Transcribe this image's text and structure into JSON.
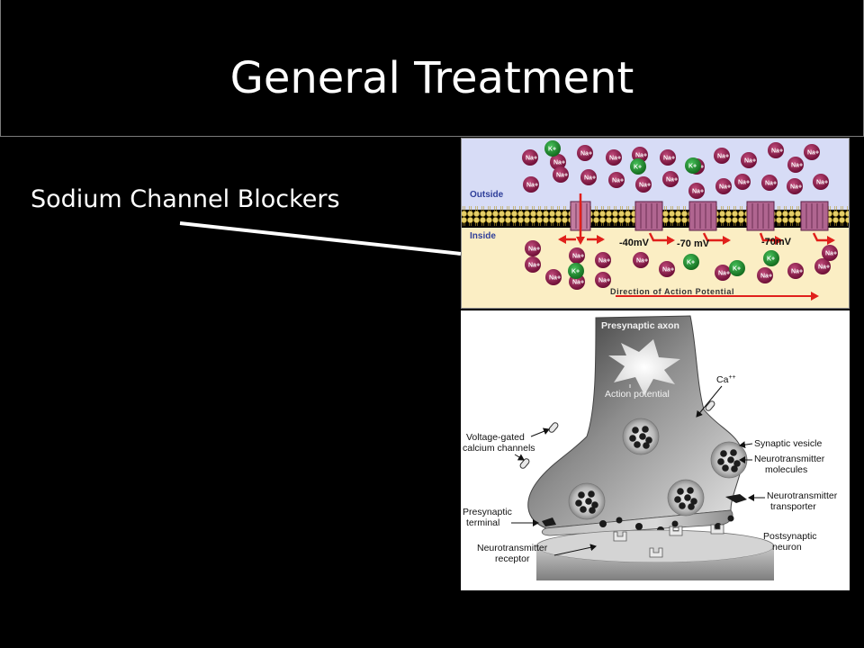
{
  "slide": {
    "title": "General Treatment",
    "bullet": "Sodium Channel Blockers"
  },
  "membrane_diagram": {
    "outside_label": "Outside",
    "inside_label": "Inside",
    "sodium_ion": "Na",
    "potassium_ion": "K",
    "ion_charge": "+",
    "voltages": [
      "-40mV",
      "-70 mV",
      "-70mV"
    ],
    "direction_label": "Direction of Action Potential"
  },
  "synapse_diagram": {
    "presynaptic_axon": "Presynaptic axon",
    "action_potential": "Action potential",
    "calcium": "Ca",
    "calcium_charge": "++",
    "voltage_gated_1": "Voltage-gated",
    "voltage_gated_2": "calcium channels",
    "synaptic_vesicle": "Synaptic vesicle",
    "neurotransmitter_molecules_1": "Neurotransmitter",
    "neurotransmitter_molecules_2": "molecules",
    "transporter_1": "Neurotransmitter",
    "transporter_2": "transporter",
    "presynaptic_terminal_1": "Presynaptic",
    "presynaptic_terminal_2": "terminal",
    "postsynaptic_neuron_1": "Postsynaptic",
    "postsynaptic_neuron_2": "neuron",
    "receptor_1": "Neurotransmitter",
    "receptor_2": "receptor"
  },
  "colors": {
    "background": "#000000",
    "text": "#ffffff",
    "sodium": "#8b1a4a",
    "potassium": "#1f8a2c",
    "arrow_red": "#e0201b"
  }
}
